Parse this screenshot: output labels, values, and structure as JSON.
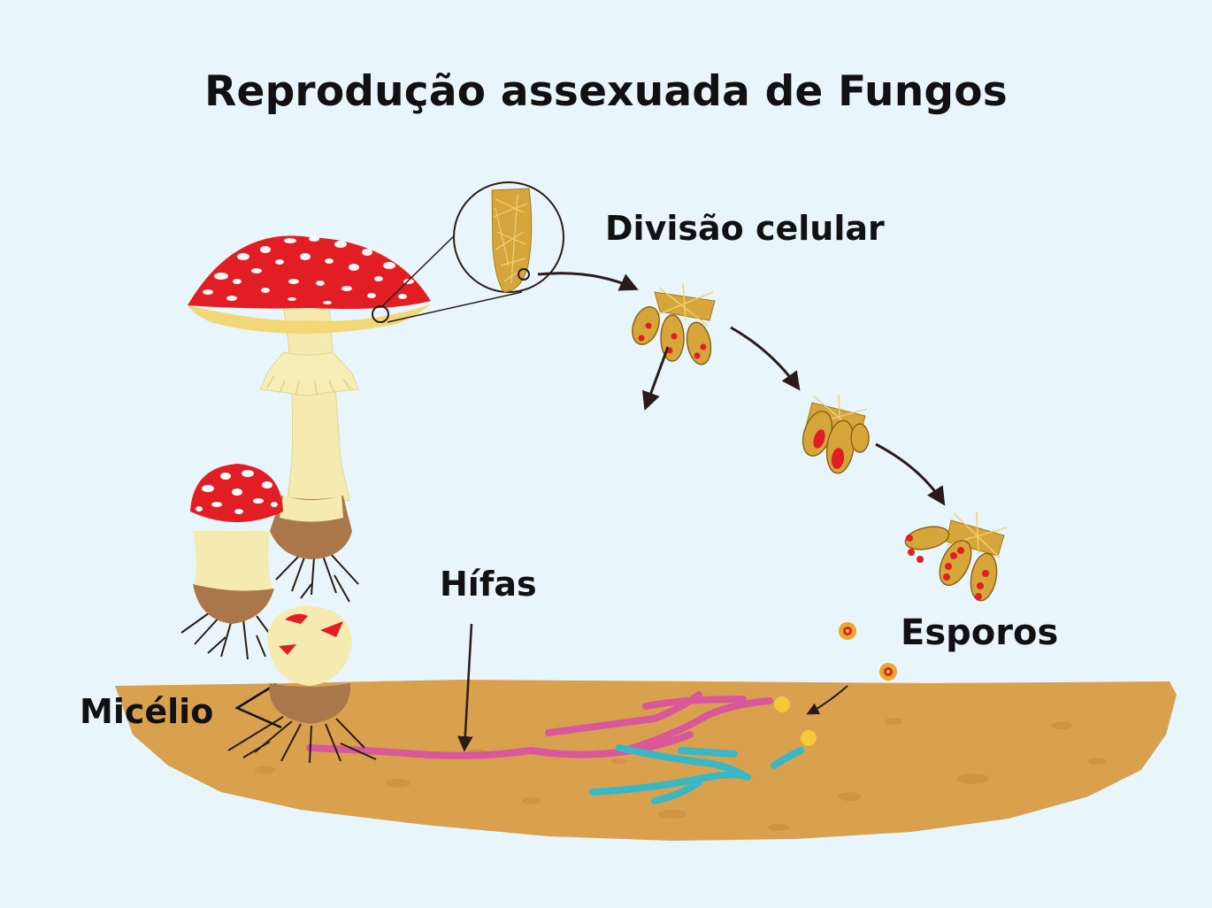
{
  "title": "Reprodução assexuada de Fungos",
  "labels": {
    "divisao": "Divisão celular",
    "hifas": "Hífas",
    "esporos": "Esporos",
    "micelio": "Micélio"
  },
  "colors": {
    "background": "#e8f5fa",
    "cap": "#e31d24",
    "cap_spots": "#ffffff",
    "stem": "#f5eab0",
    "soil": "#d9a04e",
    "hyphae_pink": "#d9589c",
    "hyphae_cyan": "#39b7c4",
    "spore": "#f3c83a"
  }
}
